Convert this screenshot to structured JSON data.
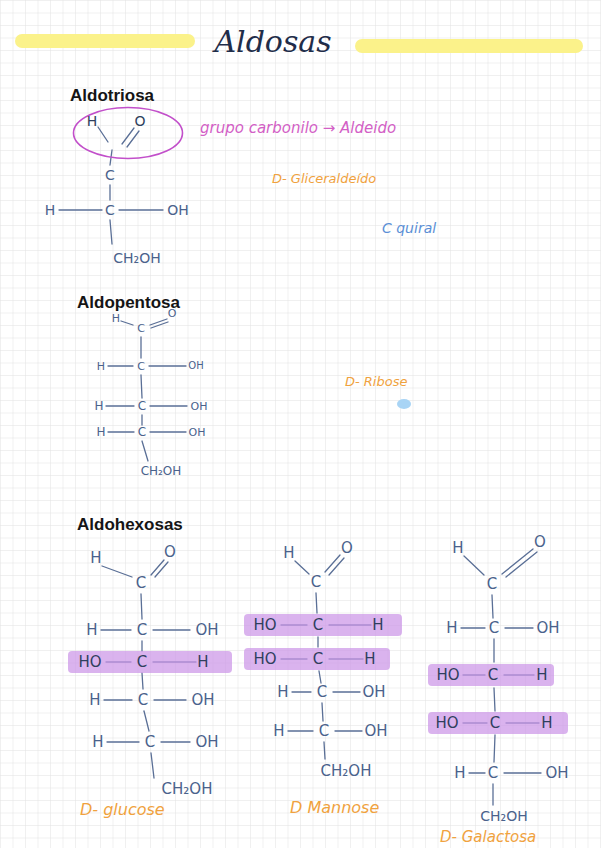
{
  "diagram": {
    "title": "Aldosas",
    "nodes": [
      {
        "text": [
          "H",
          "O"
        ]
      },
      {
        "text": [
          "HO",
          "C",
          "H"
        ]
      },
      {
        "text": [
          "HO",
          "C",
          "H"
        ]
      },
      {
        "text": [
          "HO",
          "C",
          "H"
        ]
      },
      {
        "text": [
          "HO",
          "C",
          "H"
        ]
      },
      {
        "text": [
          "HO",
          "C",
          "H"
        ]
      }
    ],
    "labels": [
      "Aldotriosa",
      "grupo carbonilo → Aldeido",
      "C",
      "D- Gliceraldeído",
      "H",
      "C",
      "OH",
      "C quiral",
      "CH₂OH",
      "Aldopentosa",
      "H",
      "C",
      "O",
      "H",
      "C",
      "OH",
      "D- Ribose",
      "H",
      "C",
      "OH",
      "H",
      "C",
      "OH",
      "CH₂OH",
      "Aldohexosas",
      "H",
      "O",
      "C",
      "H",
      "C",
      "OH",
      "H",
      "C",
      "OH",
      "H",
      "C",
      "OH",
      "CH₂OH",
      "D- glucose",
      "H",
      "O",
      "C",
      "H",
      "C",
      "OH",
      "H",
      "C",
      "OH",
      "CH₂OH",
      "D Mannose",
      "H",
      "O",
      "C",
      "H",
      "C",
      "OH",
      "H",
      "C",
      "OH",
      "CH₂OH",
      "D- Galactosa"
    ]
  }
}
